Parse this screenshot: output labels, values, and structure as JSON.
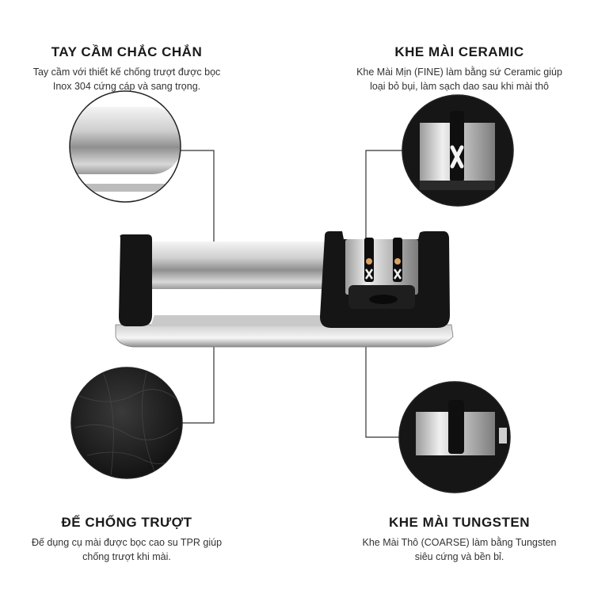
{
  "features": {
    "handle": {
      "title": "TAY CẦM CHẮC CHẮN",
      "desc_line1": "Tay cầm với thiết kế chống trượt được bọc",
      "desc_line2": "Inox 304 cứng cáp và sang trọng."
    },
    "ceramic": {
      "title": "KHE MÀI CERAMIC",
      "desc_line1": "Khe Mài Mịn (FINE) làm bằng sứ Ceramic giúp",
      "desc_line2": "loại bỏ bụi, làm sạch dao sau khi mài thô"
    },
    "base": {
      "title": "ĐẾ CHỐNG TRƯỢT",
      "desc_line1": "Đế dụng cụ mài được bọc cao su TPR giúp",
      "desc_line2": "chống trượt khi mài."
    },
    "tungsten": {
      "title": "KHE MÀI TUNGSTEN",
      "desc_line1": "Khe Mài Thô (COARSE) làm bằng Tungsten",
      "desc_line2": "siêu cứng và bền bỉ."
    }
  },
  "colors": {
    "steel_light": "#e8e8e8",
    "steel_dark": "#8a8a8a",
    "rubber": "#151515",
    "ceramic": "#f2f2f2",
    "tungsten_pin": "#d9a066",
    "leader_line": "#333333"
  }
}
